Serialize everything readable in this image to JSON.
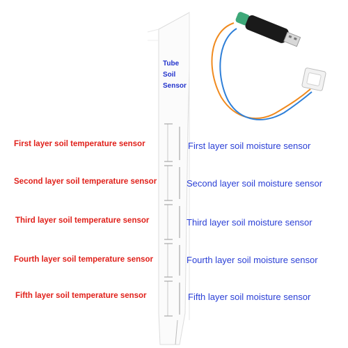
{
  "tube_label": [
    "Tube",
    "Soil",
    "Sensor"
  ],
  "temperature_sensors": [
    "First layer soil temperature sensor",
    "Second layer soil temperature sensor",
    "Third layer soil temperature sensor",
    "Fourth layer soil temperature sensor",
    "Fifth layer soil temperature sensor"
  ],
  "moisture_sensors": [
    "First layer soil moisture sensor",
    "Second layer soil moisture sensor",
    "Third layer soil moisture sensor",
    "Fourth layer soil moisture sensor",
    "Fifth layer soil moisture sensor"
  ],
  "colors": {
    "temperature_label": "#e0201a",
    "moisture_label": "#2a3fd6",
    "tube_label": "#2233cc",
    "wire_orange": "#f08a1e",
    "wire_blue": "#2e7fd8",
    "usb_body": "#1a1a1a",
    "usb_collar": "#3ea879"
  }
}
